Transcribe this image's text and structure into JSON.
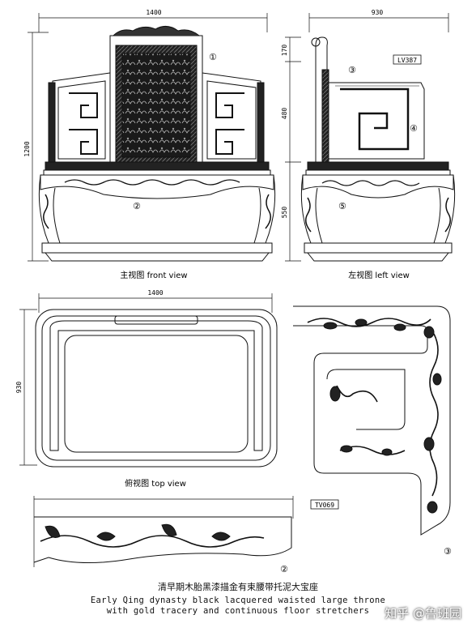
{
  "dimensions": {
    "front_width": "1400",
    "left_depth": "930",
    "height_total": "1200",
    "back_top": "170",
    "back_mid": "480",
    "base_height": "550",
    "top_width": "1400",
    "top_depth": "930"
  },
  "views": {
    "front": "主视图    front view",
    "left": "左视图    left view",
    "top": "俯视图    top view"
  },
  "codes": {
    "left": "LV387",
    "detail": "TV069"
  },
  "callouts": [
    "①",
    "②",
    "③",
    "④",
    "⑤"
  ],
  "caption": {
    "cn": "清早期木胎黑漆描金有束腰带托泥大宝座",
    "en_line1": "Early Qing dynasty black lacquered waisted large throne",
    "en_line2": "with gold tracery and continuous floor stretchers"
  },
  "watermark": "知乎 @鲁班园"
}
